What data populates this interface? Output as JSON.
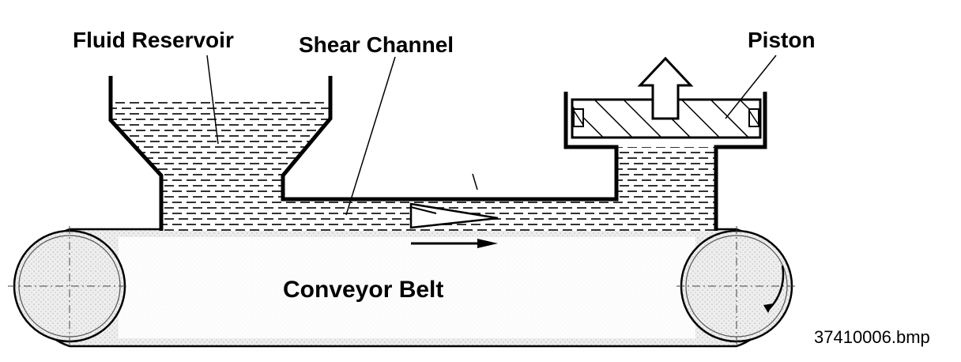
{
  "labels": {
    "fluid_reservoir": "Fluid Reservoir",
    "shear_channel": "Shear Channel",
    "piston": "Piston",
    "conveyor_belt": "Conveyor Belt",
    "file_name": "37410006.bmp"
  },
  "colors": {
    "ink": "#000000",
    "fluid_dash": "#333333",
    "roller_fill": "#e6e6e6",
    "background": "#ffffff"
  }
}
